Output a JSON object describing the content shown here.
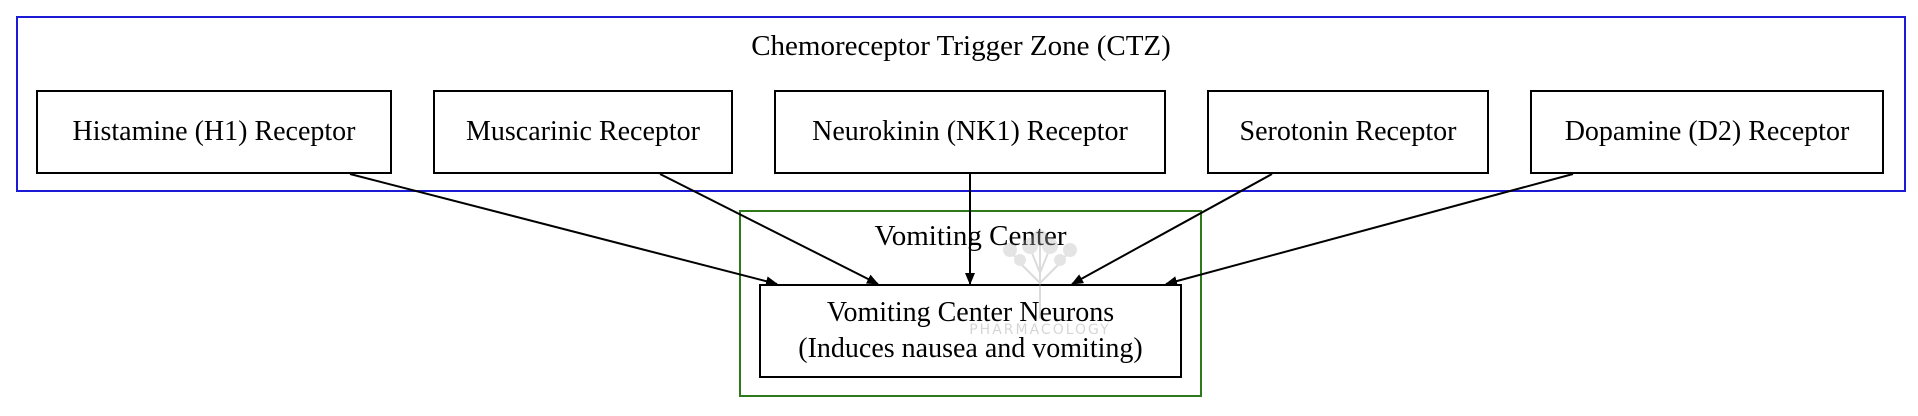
{
  "clusters": {
    "ctz": {
      "label": "Chemoreceptor Trigger Zone (CTZ)",
      "color": "#1b1bd6"
    },
    "vomiting_center": {
      "label": "Vomiting Center",
      "color": "#2d7a1c"
    }
  },
  "receptors": [
    {
      "label": "Histamine (H1) Receptor"
    },
    {
      "label": "Muscarinic Receptor"
    },
    {
      "label": "Neurokinin (NK1) Receptor"
    },
    {
      "label": "Serotonin Receptor"
    },
    {
      "label": "Dopamine (D2) Receptor"
    }
  ],
  "target_node": {
    "line1": "Vomiting Center Neurons",
    "line2": "(Induces nausea and vomiting)"
  },
  "watermark": {
    "text": "PHARMACOLOGY",
    "icon": "tree-icon"
  },
  "edges": [
    {
      "from": "Histamine (H1) Receptor",
      "to": "Vomiting Center Neurons"
    },
    {
      "from": "Muscarinic Receptor",
      "to": "Vomiting Center Neurons"
    },
    {
      "from": "Neurokinin (NK1) Receptor",
      "to": "Vomiting Center Neurons"
    },
    {
      "from": "Serotonin Receptor",
      "to": "Vomiting Center Neurons"
    },
    {
      "from": "Dopamine (D2) Receptor",
      "to": "Vomiting Center Neurons"
    }
  ]
}
